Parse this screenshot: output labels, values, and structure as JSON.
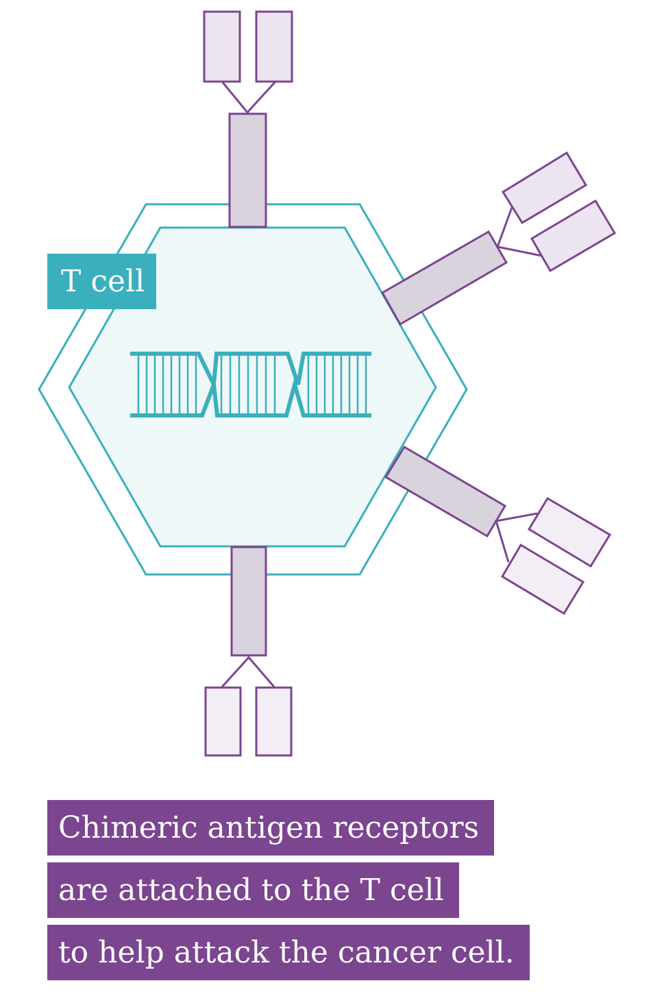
{
  "label": {
    "text": "T cell"
  },
  "caption": {
    "lines": [
      "Chimeric antigen receptors",
      "are attached to the T cell",
      "to help attack the cancer cell."
    ]
  },
  "colors": {
    "cell_outline": "#3aafbd",
    "cell_fill": "#eef8f9",
    "label_bg": "#3aafbd",
    "receptor_outline": "#7b4590",
    "receptor_stem_fill": "#d9d3dd",
    "receptor_antigen_fill": "#ece4f1",
    "caption_bg": "#7b4590",
    "dna": "#3aafbd"
  },
  "icons": {
    "dna": "dna-helix-icon"
  }
}
